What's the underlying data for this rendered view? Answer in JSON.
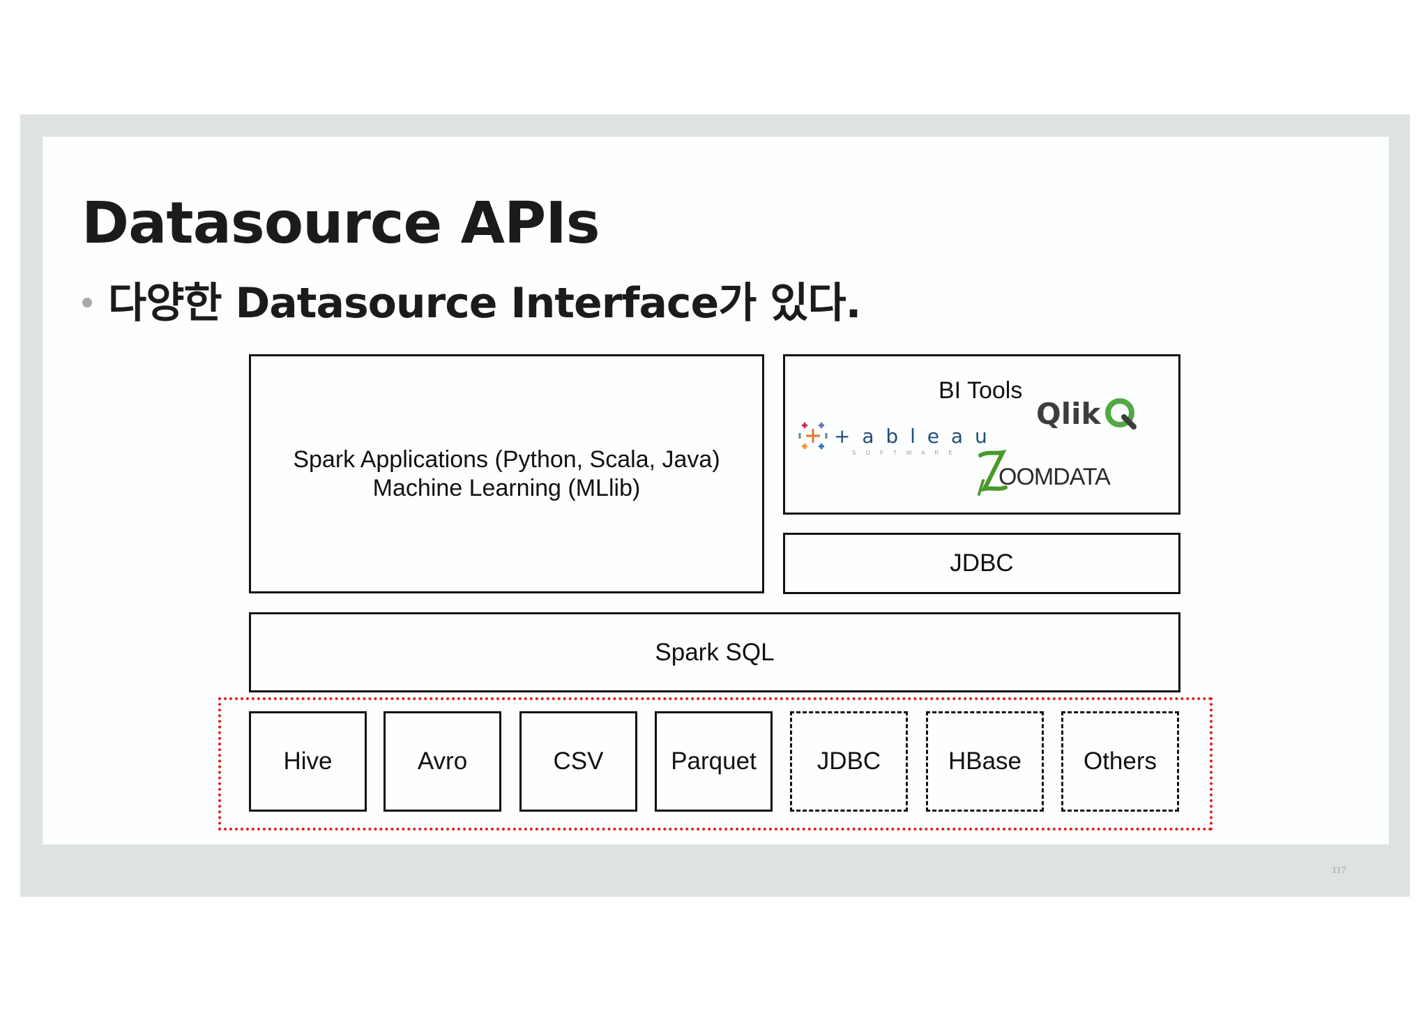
{
  "title": "Datasource APIs",
  "subtitle": "다양한 Datasource Interface가 있다.",
  "diagram": {
    "apps": {
      "line1": "Spark Applications (Python, Scala, Java)",
      "line2": "Machine Learning (MLlib)"
    },
    "bi_tools": {
      "label": "BI Tools",
      "logos": {
        "tableau": "+ a b l e a u",
        "tableau_sub": "S O F T W A R E",
        "qlik": "Qlik",
        "zoomdata": "OOMDATA"
      }
    },
    "jdbc_top": "JDBC",
    "spark_sql": "Spark SQL",
    "datasources": [
      {
        "label": "Hive",
        "style": "solid"
      },
      {
        "label": "Avro",
        "style": "solid"
      },
      {
        "label": "CSV",
        "style": "solid"
      },
      {
        "label": "Parquet",
        "style": "solid"
      },
      {
        "label": "JDBC",
        "style": "dashed"
      },
      {
        "label": "HBase",
        "style": "dashed"
      },
      {
        "label": "Others",
        "style": "dashed"
      }
    ],
    "highlight_color": "#e11d1d"
  },
  "page_number": "117",
  "colors": {
    "frame": "#dee2e0",
    "slide": "#fdfefe",
    "tableau_orange": "#e8762b",
    "tableau_blue": "#1f77b4",
    "qlik_green": "#52a844",
    "zoomdata_green": "#4a9a2a"
  }
}
